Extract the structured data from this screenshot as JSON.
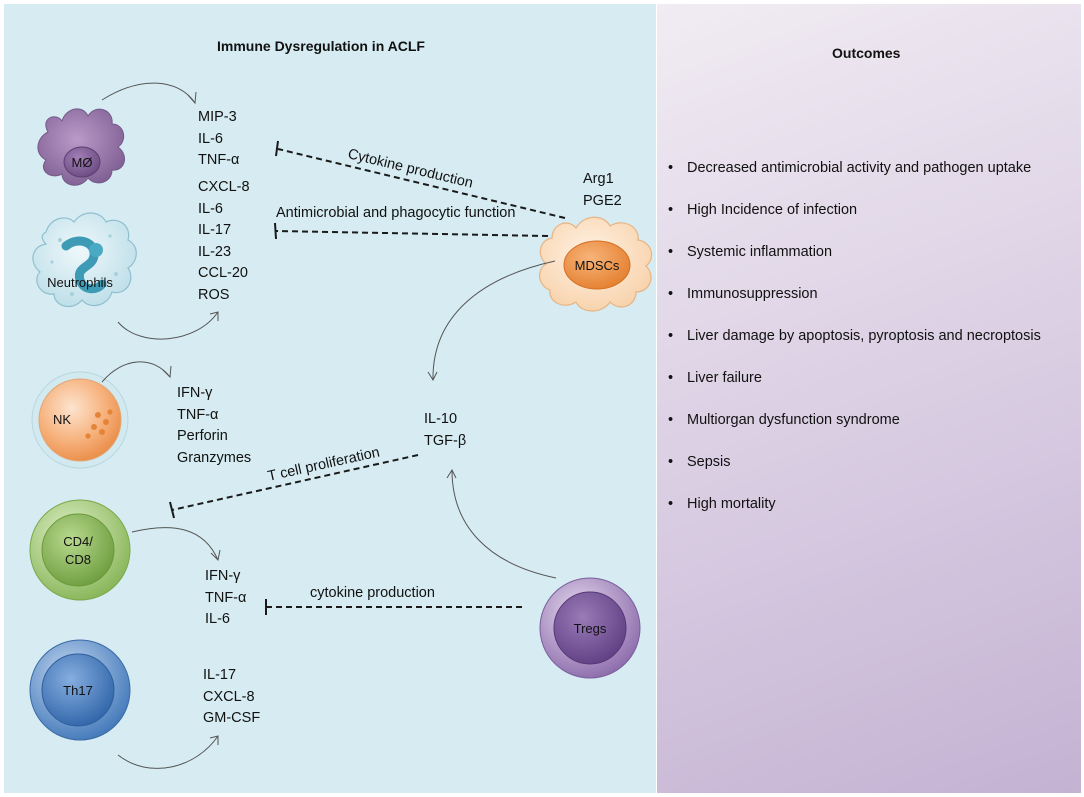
{
  "left_panel": {
    "title": "Immune Dysregulation in ACLF"
  },
  "right_panel": {
    "title": "Outcomes",
    "items": [
      "Decreased antimicrobial activity and pathogen uptake",
      "High Incidence of infection",
      "Systemic inflammation",
      "Immunosuppression",
      "Liver damage by apoptosis, pyroptosis and necroptosis",
      "Liver failure",
      "Multiorgan dysfunction syndrome",
      "Sepsis",
      "High mortality"
    ]
  },
  "cells": {
    "macrophage": "MØ",
    "neutrophils": "Neutrophils",
    "nk": "NK",
    "cd4cd8": [
      "CD4/",
      "CD8"
    ],
    "th17": "Th17",
    "mdscs": "MDSCs",
    "tregs": "Tregs"
  },
  "mediators": {
    "macrophage": [
      "MIP-3",
      "IL-6",
      "TNF-α"
    ],
    "neutrophils": [
      "CXCL-8",
      "IL-6",
      "IL-17",
      "IL-23",
      "CCL-20",
      "ROS"
    ],
    "nk": [
      "IFN-γ",
      "TNF-α",
      "Perforin",
      "Granzymes"
    ],
    "tcells": [
      "IFN-γ",
      "TNF-α",
      "IL-6"
    ],
    "th17": [
      "IL-17",
      "CXCL-8",
      "GM-CSF"
    ],
    "mdscs": [
      "Arg1",
      "PGE2"
    ],
    "suppressive": [
      "IL-10",
      "TGF-β"
    ]
  },
  "inhibitions": {
    "cytokine_production": "Cytokine production",
    "antimicrobial": "Antimicrobial and phagocytic function",
    "t_cell_proliferation": "T cell proliferation",
    "tregs_cytokine": "cytokine production"
  },
  "colors": {
    "left_panel_bg": "#d6ecf2",
    "right_panel_bg": "#c4b2d3",
    "macrophage": "#8e6ba0",
    "neutrophil": "#d9edf3",
    "nk": "#f09a57",
    "cd4cd8": "#9bc46a",
    "th17": "#4d83c1",
    "mdscs": "#ef9a4e",
    "tregs": "#8b6aab"
  }
}
